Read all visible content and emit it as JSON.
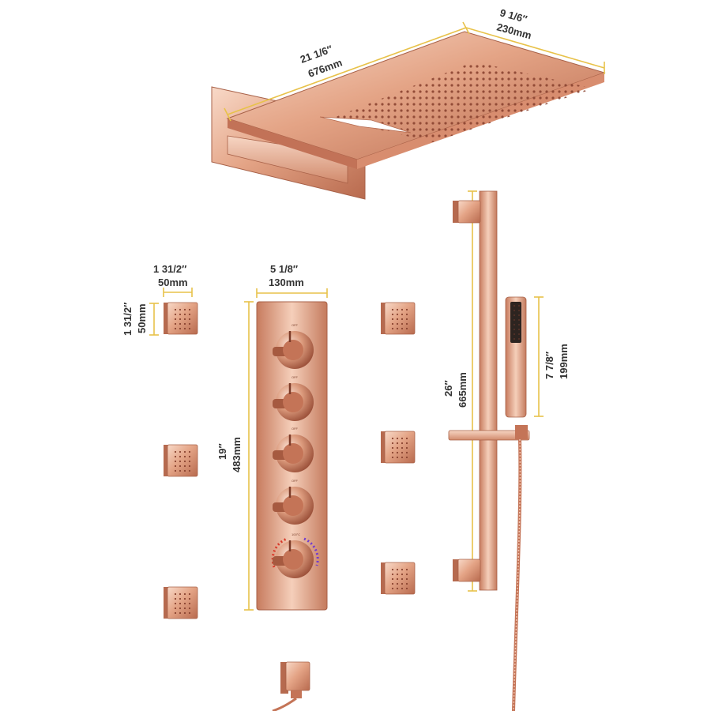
{
  "colors": {
    "rose_gold": "#e4a486",
    "rose_gold_light": "#f6d2bf",
    "rose_gold_dark": "#a3583f",
    "dimension_line": "#e8c24a",
    "text": "#333333"
  },
  "rain_head": {
    "length_in": "21 1/6″",
    "length_mm": "676mm",
    "width_in": "9 1/6″",
    "width_mm": "230mm"
  },
  "body_jet": {
    "width_in": "1 31/2″",
    "width_mm": "50mm",
    "height_in": "1 31/2″",
    "height_mm": "50mm"
  },
  "valve_panel": {
    "width_in": "5 1/8″",
    "width_mm": "130mm",
    "height_in": "19″",
    "height_mm": "483mm",
    "knob_label": "OFF",
    "thermo_label": "100°C"
  },
  "slide_bar": {
    "height_in": "26″",
    "height_mm": "665mm"
  },
  "hand_shower": {
    "height_in": "7 7/8″",
    "height_mm": "199mm"
  }
}
